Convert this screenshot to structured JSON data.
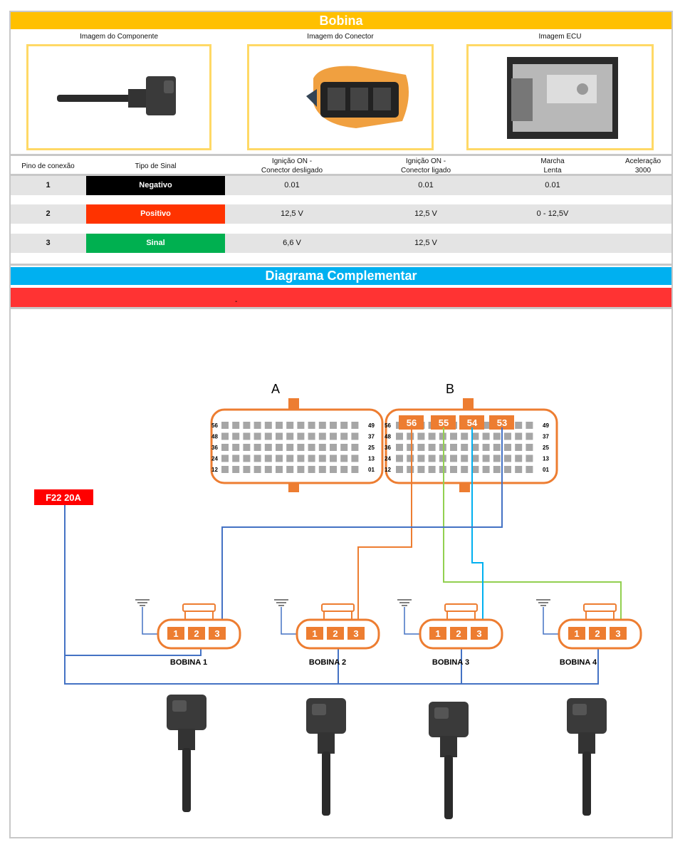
{
  "title": "Bobina",
  "images": {
    "component_label": "Imagem do Componente",
    "connector_label": "Imagem do Conector",
    "ecu_label": "Imagem ECU"
  },
  "table": {
    "headers": [
      "Pino de conexão",
      "Tipo de Sinal",
      "Ignição ON -\nConector desligado",
      "Ignição ON -\nConector ligado",
      "Marcha\nLenta",
      "Aceleração\n3000"
    ],
    "rows": [
      {
        "pin": "1",
        "signal": "Negativo",
        "signal_color": "#000000",
        "ign_off": "0.01",
        "ign_on": "0.01",
        "idle": "0.01",
        "accel": ""
      },
      {
        "pin": "2",
        "signal": "Positivo",
        "signal_color": "#FF3300",
        "ign_off": "12,5 V",
        "ign_on": "12,5 V",
        "idle": "0 - 12,5V",
        "accel": ""
      },
      {
        "pin": "3",
        "signal": "Sinal",
        "signal_color": "#00B050",
        "ign_off": "6,6 V",
        "ign_on": "12,5 V",
        "idle": "",
        "accel": ""
      }
    ]
  },
  "diagram_title": "Diagrama Complementar",
  "note": "-",
  "diagram": {
    "connector_a": "A",
    "connector_b": "B",
    "pin_labels_left": [
      "56",
      "48",
      "36",
      "24",
      "12"
    ],
    "pin_labels_right": [
      "49",
      "37",
      "25",
      "13",
      "01"
    ],
    "ecu_pins": [
      "56",
      "55",
      "54",
      "53"
    ],
    "fuse": "F22 20A",
    "coil_pins": [
      "1",
      "2",
      "3"
    ],
    "coils": [
      "BOBINA 1",
      "BOBINA 2",
      "BOBINA 3",
      "BOBINA 4"
    ],
    "colors": {
      "orange": "#ED7D31",
      "green": "#92D050",
      "cyan": "#00B0F0",
      "blue": "#4472C4",
      "fuse": "#FF0000"
    }
  }
}
